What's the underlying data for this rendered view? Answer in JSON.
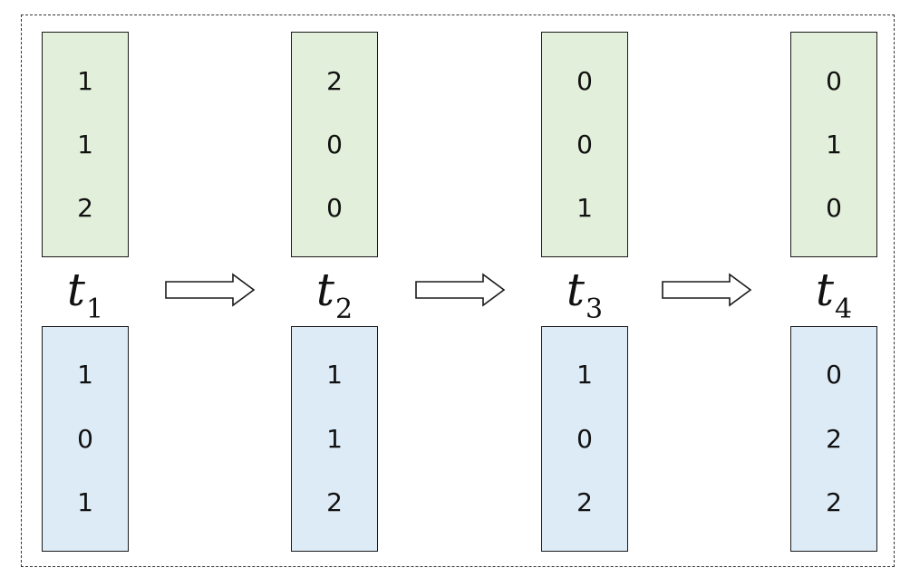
{
  "colors": {
    "top_fill": "#e2efda",
    "bottom_fill": "#ddebf7",
    "border": "#1a1a1a"
  },
  "arrow_icon": "right-arrow-icon",
  "steps": [
    {
      "label": "t",
      "subscript": "1",
      "top": [
        "1",
        "1",
        "2"
      ],
      "bottom": [
        "1",
        "0",
        "1"
      ]
    },
    {
      "label": "t",
      "subscript": "2",
      "top": [
        "2",
        "0",
        "0"
      ],
      "bottom": [
        "1",
        "1",
        "2"
      ]
    },
    {
      "label": "t",
      "subscript": "3",
      "top": [
        "0",
        "0",
        "1"
      ],
      "bottom": [
        "1",
        "0",
        "2"
      ]
    },
    {
      "label": "t",
      "subscript": "4",
      "top": [
        "0",
        "1",
        "0"
      ],
      "bottom": [
        "0",
        "2",
        "2"
      ]
    }
  ]
}
